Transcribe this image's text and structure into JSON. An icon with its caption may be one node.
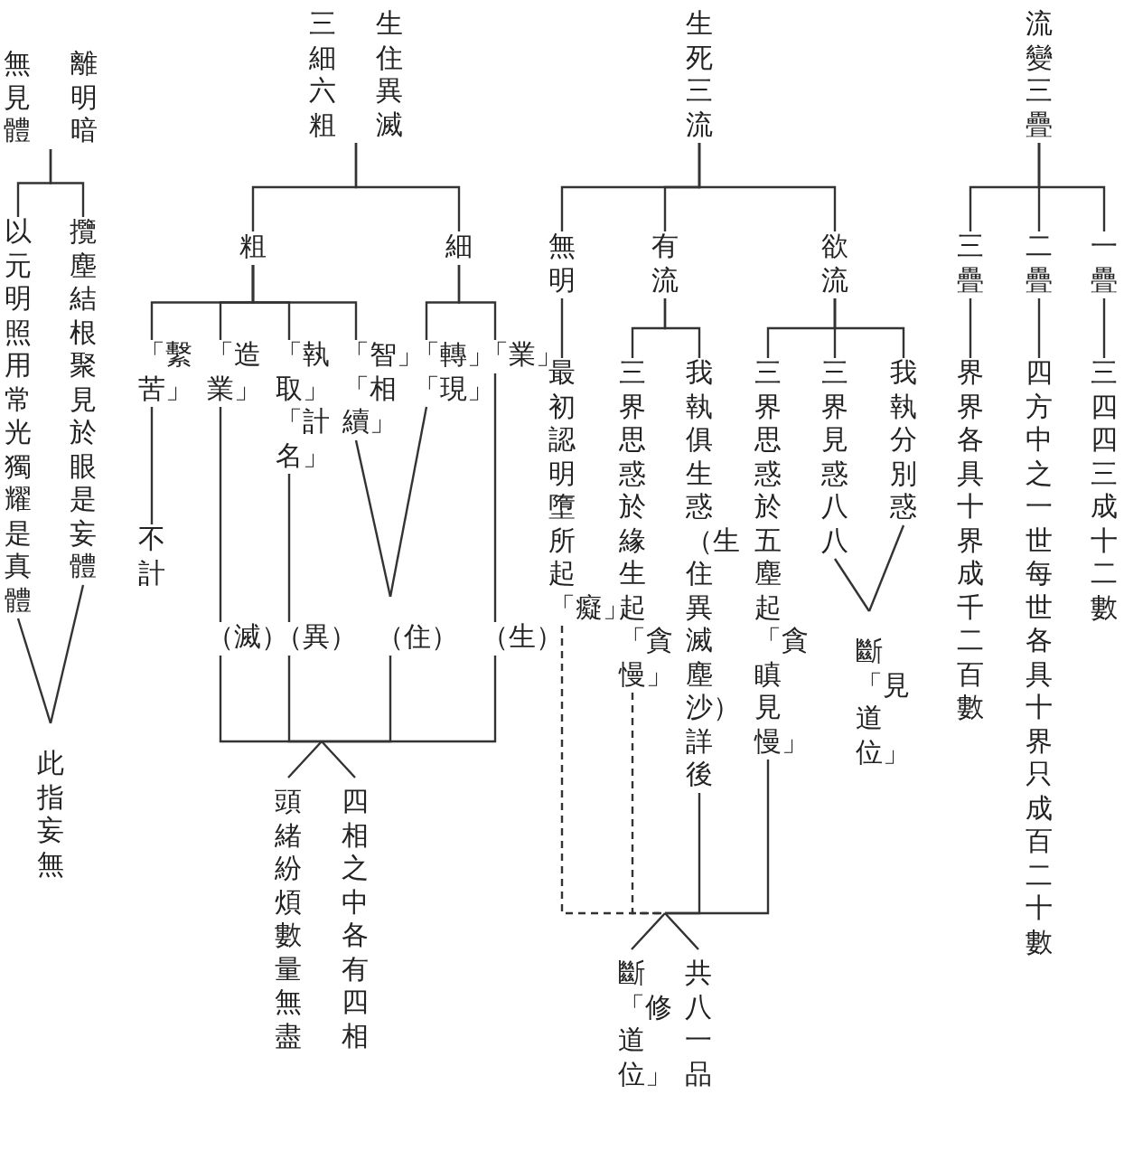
{
  "diagram": {
    "nodes": [
      {
        "text": [
          "流變三疊"
        ]
      },
      {
        "text": [
          "一疊"
        ]
      },
      {
        "text": [
          "二疊"
        ]
      },
      {
        "text": [
          "三疊"
        ]
      },
      {
        "text": [
          "三四四三成十二數"
        ]
      },
      {
        "text": [
          "四方中之一世每世各具十界只成百二十數"
        ]
      },
      {
        "text": [
          "界界各具十界成千二百數"
        ]
      },
      {
        "text": [
          "生死三流"
        ]
      },
      {
        "text": [
          "欲流"
        ]
      },
      {
        "text": [
          "有流"
        ]
      },
      {
        "text": [
          "無明"
        ]
      },
      {
        "text": [
          "我執分別惑"
        ]
      },
      {
        "text": [
          "三界見惑八八"
        ]
      },
      {
        "text": [
          "三界思惑於五塵起「貪瞋見慢」"
        ]
      },
      {
        "text": [
          "我執俱生惑（生住異滅塵沙）詳後"
        ]
      },
      {
        "text": [
          "三界思惑於緣生起「貪慢」"
        ]
      },
      {
        "text": [
          "最初認明墮所起「癡」"
        ]
      },
      {
        "text": [
          "斷「見道位」"
        ]
      },
      {
        "text": [
          "斷「修道位」",
          "共八一品"
        ]
      },
      {
        "text": [
          "三細六粗",
          "生住異滅"
        ]
      },
      {
        "text": [
          "細"
        ]
      },
      {
        "text": [
          "粗"
        ]
      },
      {
        "text": [
          "「業」"
        ]
      },
      {
        "text": [
          "「轉」「現」"
        ]
      },
      {
        "text": [
          "「智」「相續」"
        ]
      },
      {
        "text": [
          "「執取」「計名」"
        ]
      },
      {
        "text": [
          "「造業」"
        ]
      },
      {
        "text": [
          "「繫苦」"
        ]
      },
      {
        "text": [
          "不計"
        ]
      },
      {
        "text": [
          "（生）"
        ]
      },
      {
        "text": [
          "（住）"
        ]
      },
      {
        "text": [
          "（異）"
        ]
      },
      {
        "text": [
          "（滅）"
        ]
      },
      {
        "text": [
          "頭緒紛煩數量無盡",
          "四相之中各有四相"
        ]
      },
      {
        "text": [
          "無見體",
          "離明暗"
        ]
      },
      {
        "text": [
          "攬塵結根聚見於眼是妄體"
        ]
      },
      {
        "text": [
          "以元明照用常光獨耀是真體"
        ]
      },
      {
        "text": [
          "此指妄無"
        ]
      }
    ],
    "edges": [
      {
        "from": 0,
        "to": 1,
        "arrow": "none"
      },
      {
        "from": 0,
        "to": 2,
        "arrow": "none"
      },
      {
        "from": 0,
        "to": 3,
        "arrow": "none"
      },
      {
        "from": 1,
        "to": 4,
        "arrow": "none"
      },
      {
        "from": 2,
        "to": 5,
        "arrow": "none"
      },
      {
        "from": 3,
        "to": 6,
        "arrow": "none"
      },
      {
        "from": 7,
        "to": 8,
        "arrow": "none"
      },
      {
        "from": 7,
        "to": 9,
        "arrow": "none"
      },
      {
        "from": 7,
        "to": 10,
        "arrow": "none"
      },
      {
        "from": 8,
        "to": 11,
        "arrow": "none"
      },
      {
        "from": 8,
        "to": 12,
        "arrow": "none"
      },
      {
        "from": 8,
        "to": 13,
        "arrow": "none"
      },
      {
        "from": 9,
        "to": 14,
        "arrow": "none"
      },
      {
        "from": 9,
        "to": 15,
        "arrow": "none"
      },
      {
        "from": 10,
        "to": 16,
        "arrow": "none"
      },
      {
        "from": 11,
        "to": 17,
        "arrow": "none"
      },
      {
        "from": 12,
        "to": 17,
        "arrow": "none"
      },
      {
        "from": 16,
        "to": 18,
        "arrow": "none",
        "style": "dashed"
      },
      {
        "from": 15,
        "to": 18,
        "arrow": "none",
        "style": "dashed"
      },
      {
        "from": 14,
        "to": 18,
        "arrow": "none"
      },
      {
        "from": 13,
        "to": 18,
        "arrow": "none"
      },
      {
        "from": 19,
        "to": 20,
        "arrow": "none"
      },
      {
        "from": 19,
        "to": 21,
        "arrow": "none"
      },
      {
        "from": 20,
        "to": 22,
        "arrow": "none"
      },
      {
        "from": 20,
        "to": 23,
        "arrow": "none"
      },
      {
        "from": 21,
        "to": 24,
        "arrow": "none"
      },
      {
        "from": 21,
        "to": 25,
        "arrow": "none"
      },
      {
        "from": 21,
        "to": 26,
        "arrow": "none"
      },
      {
        "from": 21,
        "to": 27,
        "arrow": "none"
      },
      {
        "from": 27,
        "to": 28,
        "arrow": "none"
      },
      {
        "from": 26,
        "to": 32,
        "arrow": "none"
      },
      {
        "from": 25,
        "to": 31,
        "arrow": "none"
      },
      {
        "from": 24,
        "to": 30,
        "arrow": "none"
      },
      {
        "from": 23,
        "to": 30,
        "arrow": "none"
      },
      {
        "from": 22,
        "to": 29,
        "arrow": "none"
      },
      {
        "from": 32,
        "to": 33,
        "arrow": "none"
      },
      {
        "from": 31,
        "to": 33,
        "arrow": "none"
      },
      {
        "from": 30,
        "to": 33,
        "arrow": "none"
      },
      {
        "from": 29,
        "to": 33,
        "arrow": "none"
      },
      {
        "from": 34,
        "to": 35,
        "arrow": "none"
      },
      {
        "from": 34,
        "to": 36,
        "arrow": "none"
      },
      {
        "from": 35,
        "to": 37,
        "arrow": "none"
      },
      {
        "from": 36,
        "to": 37,
        "arrow": "none"
      }
    ]
  }
}
